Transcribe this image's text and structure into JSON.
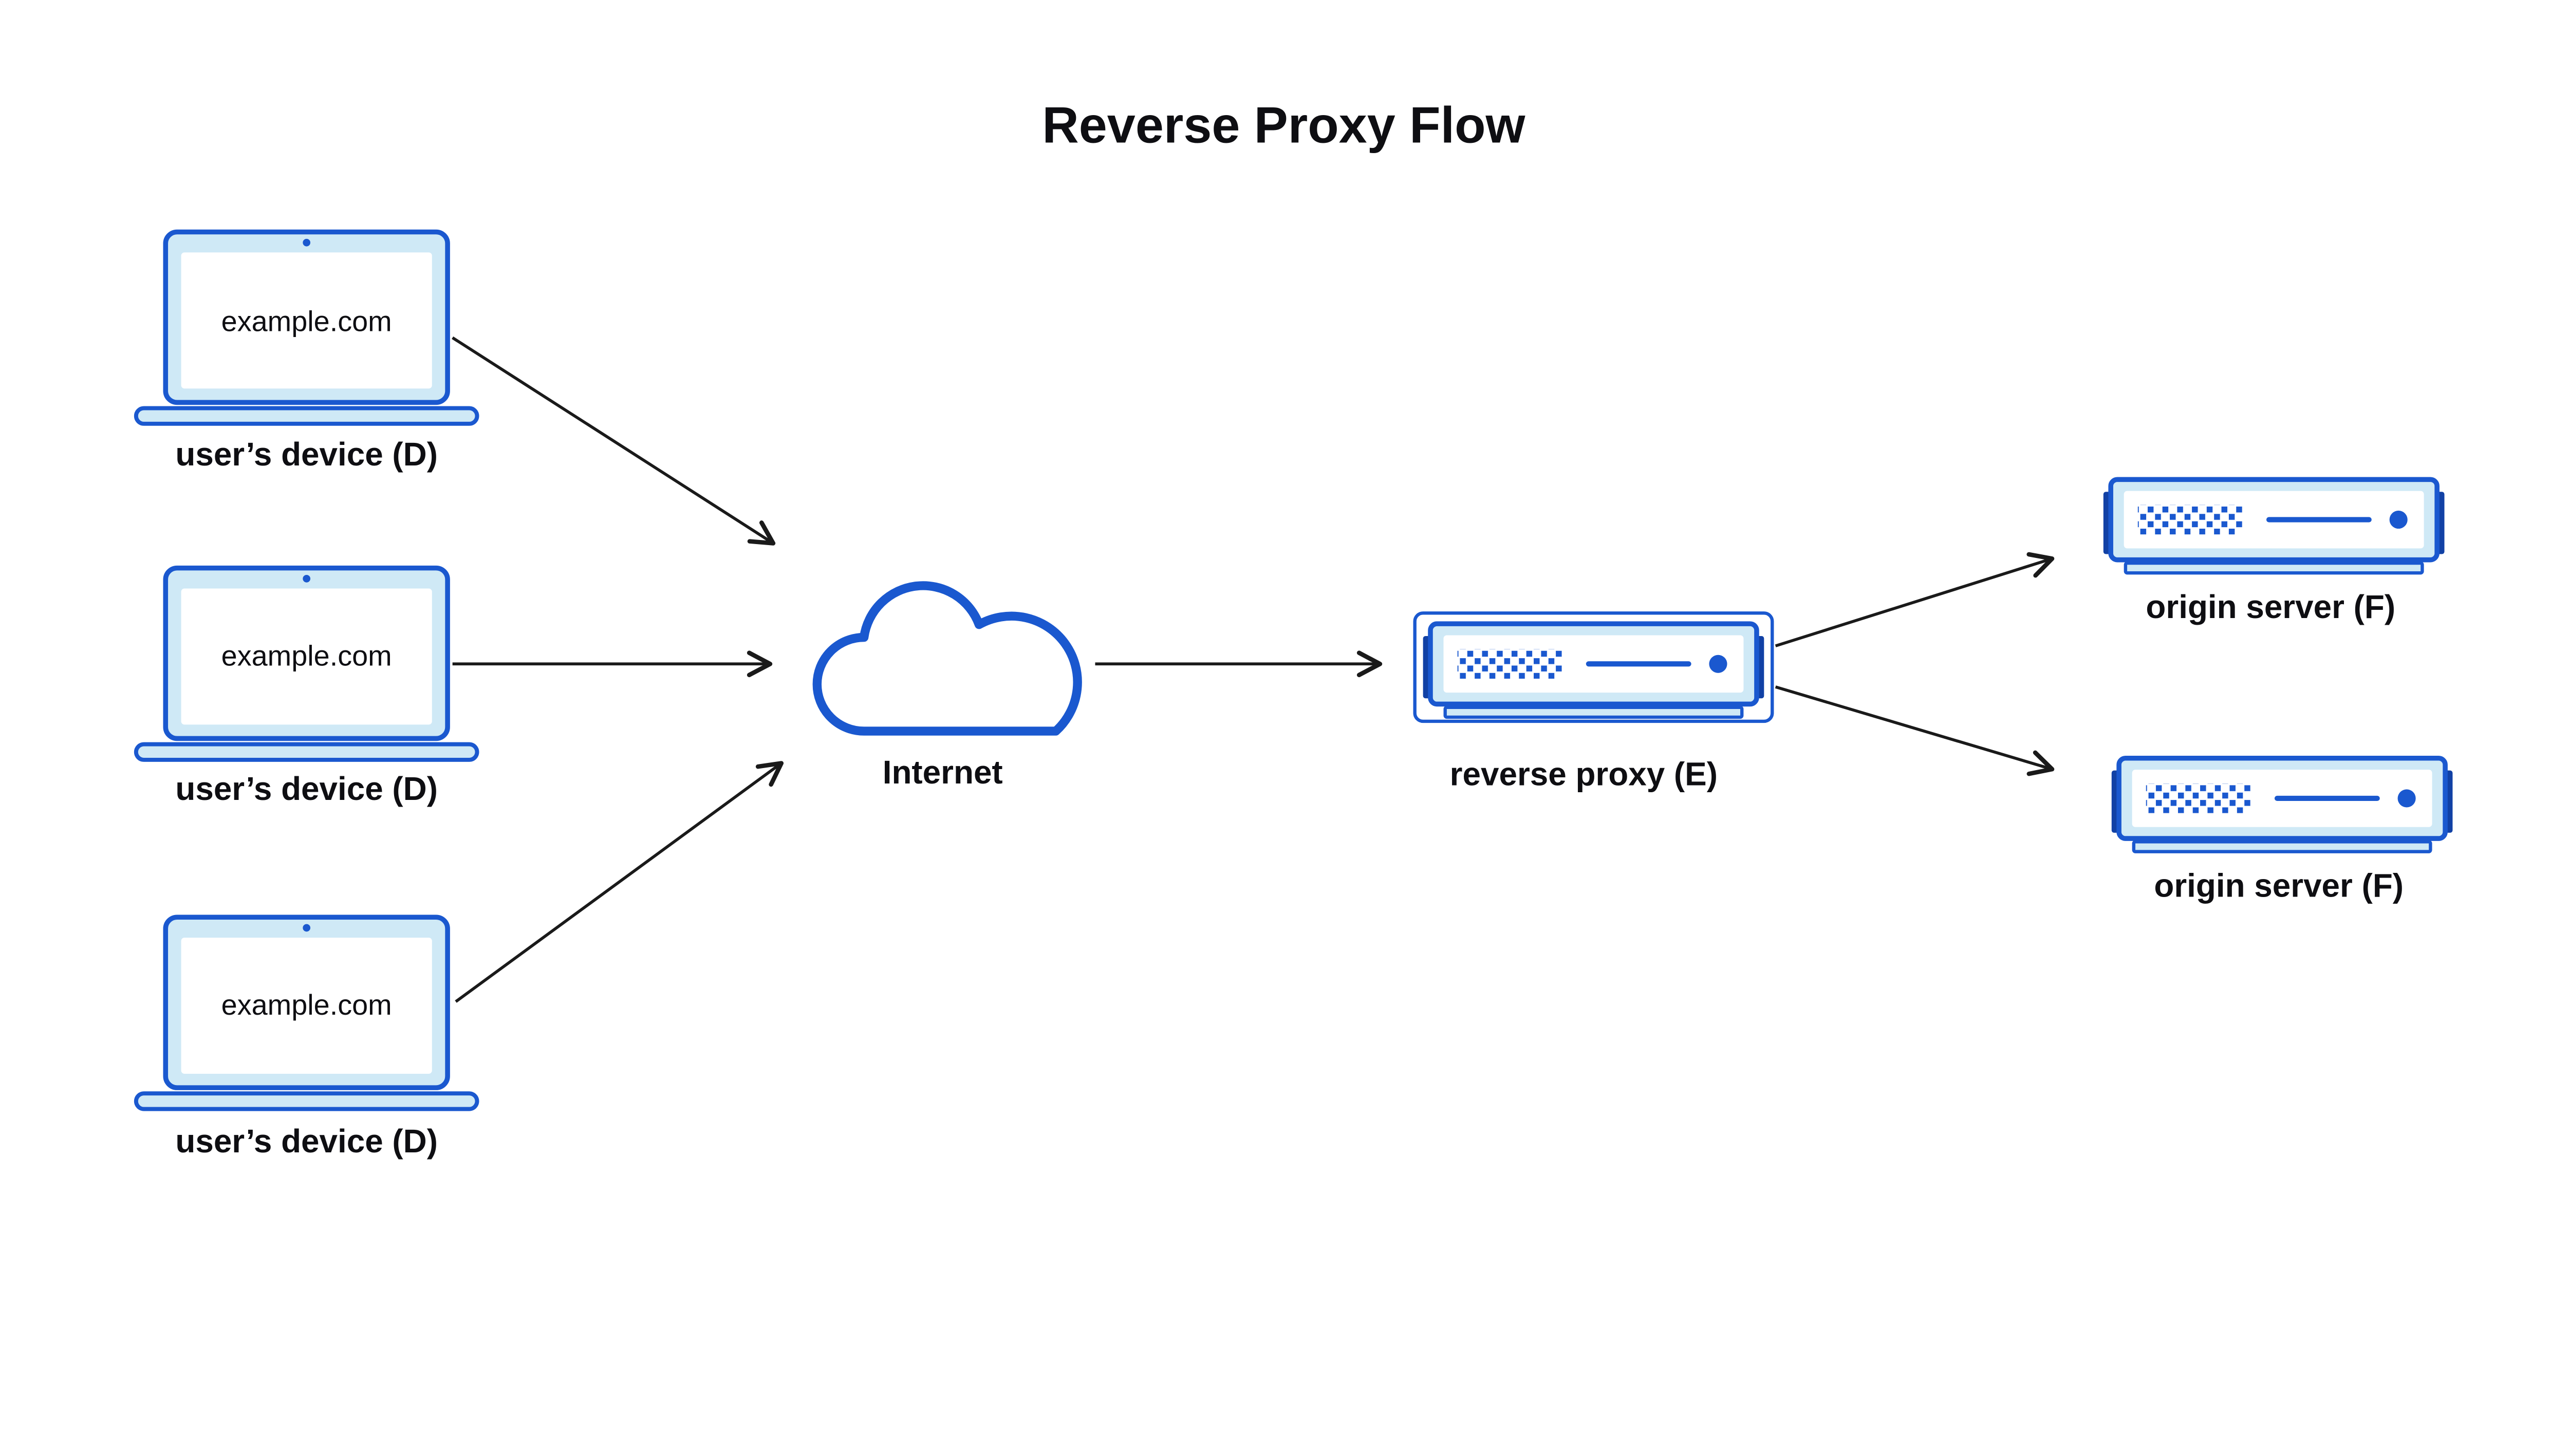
{
  "title": "Reverse Proxy Flow",
  "colors": {
    "primary": "#1a58cf",
    "dark_blue": "#1141a5",
    "light_blue": "#cfe9f6",
    "ink": "#0e0e12",
    "arrow": "#1a1a1a",
    "background": "#ffffff"
  },
  "devices": [
    {
      "screen_text": "example.com",
      "label": "user’s device (D)"
    },
    {
      "screen_text": "example.com",
      "label": "user’s device (D)"
    },
    {
      "screen_text": "example.com",
      "label": "user’s device (D)"
    }
  ],
  "internet": {
    "label": "Internet"
  },
  "reverse_proxy": {
    "label": "reverse proxy (E)"
  },
  "origin_servers": [
    {
      "label": "origin server (F)"
    },
    {
      "label": "origin server (F)"
    }
  ]
}
